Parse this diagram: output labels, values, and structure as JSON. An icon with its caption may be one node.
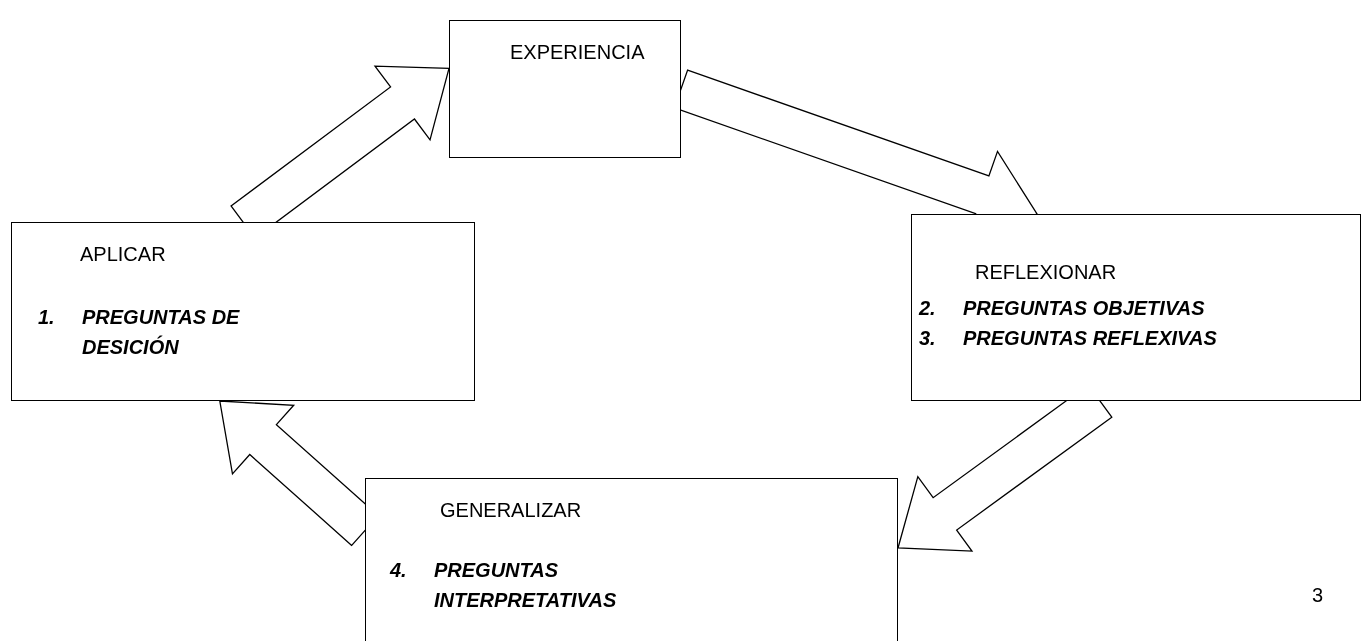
{
  "diagram": {
    "nodes": [
      {
        "text": [
          "EXPERIENCIA"
        ]
      },
      {
        "text": [
          "REFLEXIONAR",
          "2. PREGUNTAS OBJETIVAS",
          "3. PREGUNTAS REFLEXIVAS"
        ]
      },
      {
        "text": [
          "GENERALIZAR",
          "4. PREGUNTAS INTERPRETATIVAS"
        ]
      },
      {
        "text": [
          "APLICAR",
          "1. PREGUNTAS DE DESICIÓN"
        ]
      }
    ],
    "edges": [
      {
        "from": 0,
        "to": 1,
        "arrow": "to"
      },
      {
        "from": 1,
        "to": 2,
        "arrow": "to"
      },
      {
        "from": 2,
        "to": 3,
        "arrow": "to"
      },
      {
        "from": 3,
        "to": 0,
        "arrow": "to"
      }
    ],
    "labels": [
      "3"
    ]
  }
}
